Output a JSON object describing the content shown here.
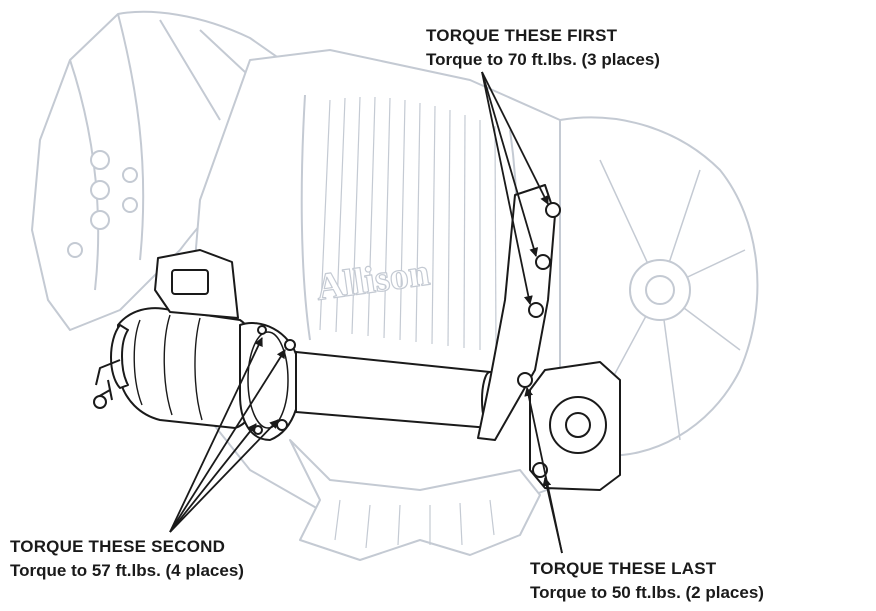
{
  "callouts": {
    "first": {
      "title": "TORQUE THESE FIRST",
      "spec": "Torque to 70 ft.lbs. (3 places)"
    },
    "second": {
      "title": "TORQUE THESE SECOND",
      "spec": "Torque to 57 ft.lbs. (4 places)"
    },
    "last": {
      "title": "TORQUE THESE LAST",
      "spec": "Torque to 50 ft.lbs. (2 places)"
    }
  },
  "housing_lettering": "Allison",
  "colors": {
    "ghost_outline": "#c4cad3",
    "part_outline": "#1a1a1a",
    "text": "#1a1a1a",
    "background": "#ffffff"
  }
}
